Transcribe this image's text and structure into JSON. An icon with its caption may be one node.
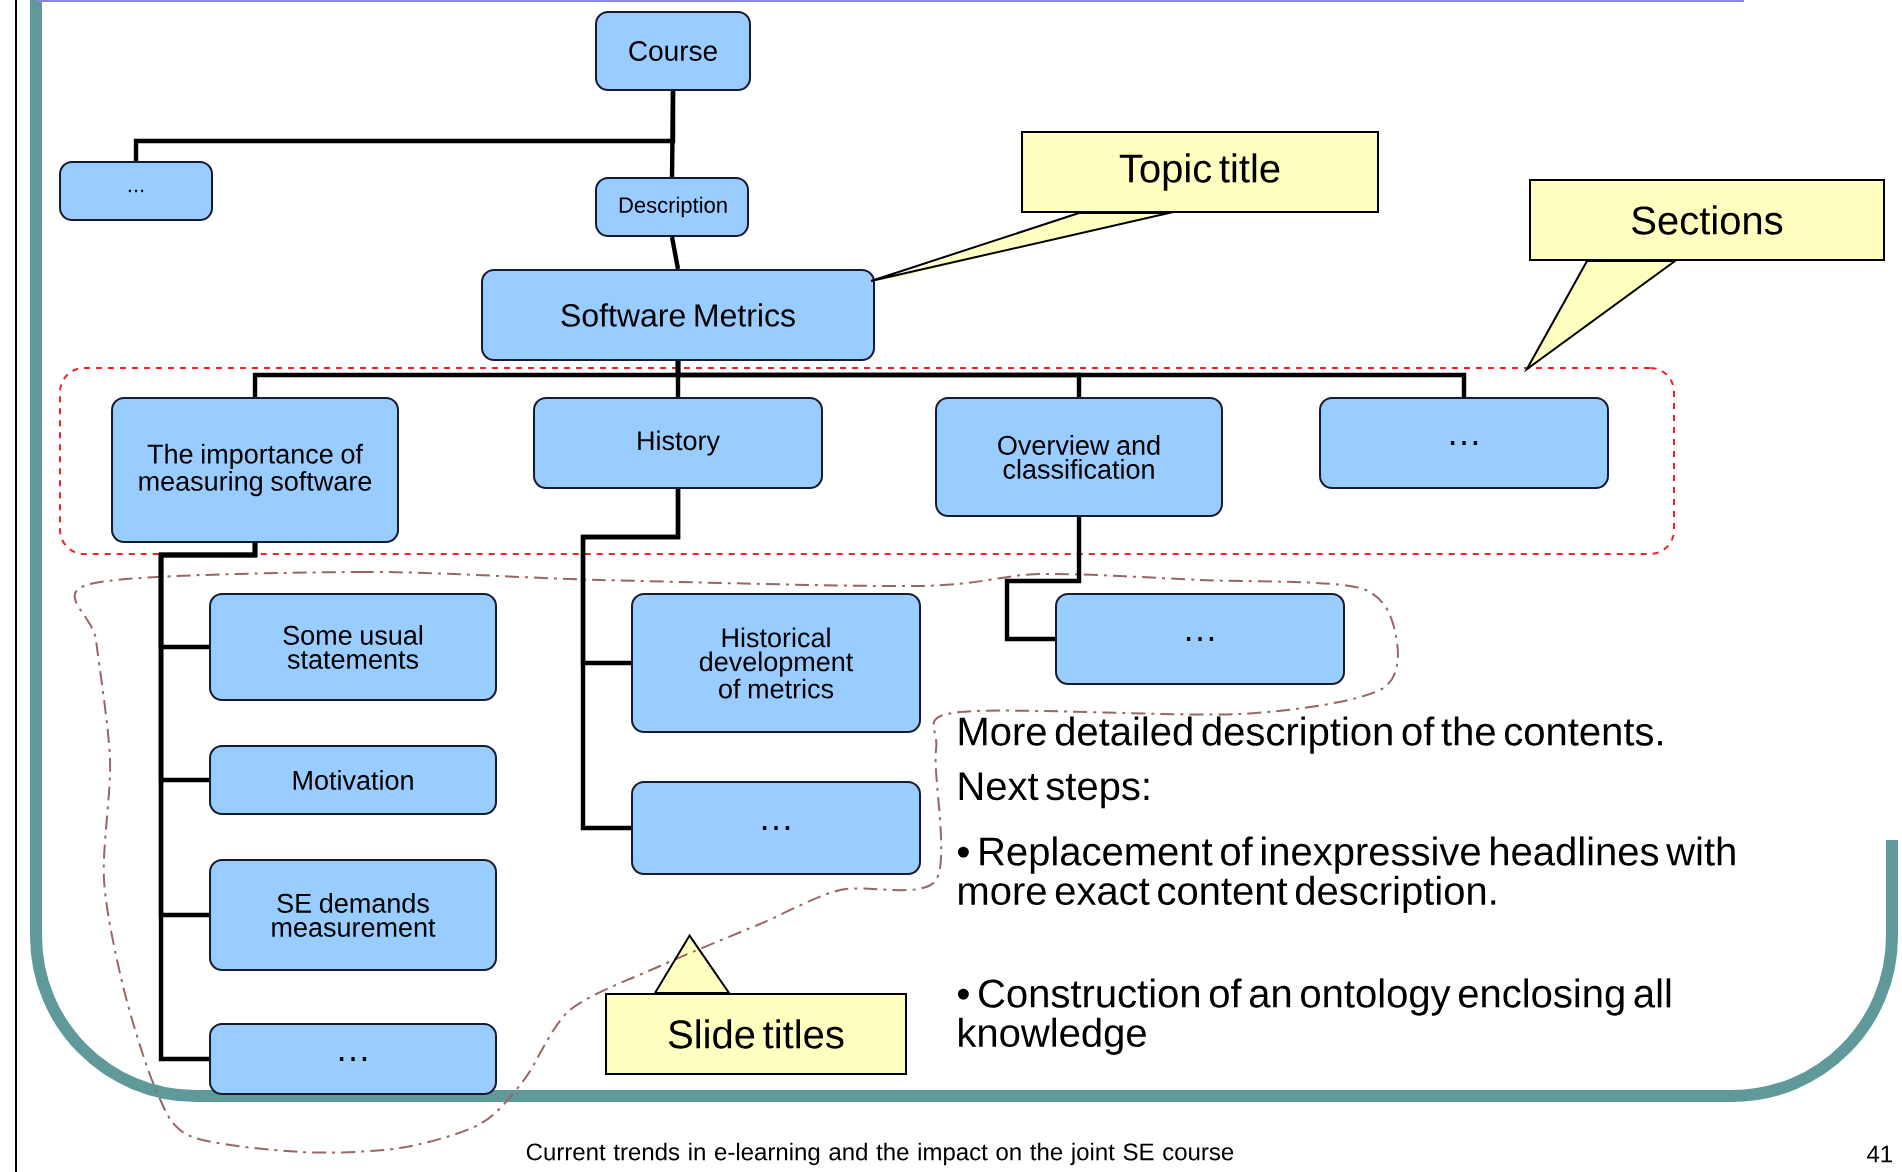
{
  "diagram": {
    "nodes": [
      {
        "text": [
          "Course"
        ]
      },
      {
        "text": [
          "..."
        ]
      },
      {
        "text": [
          "Description"
        ]
      },
      {
        "text": [
          "Software Metrics"
        ]
      },
      {
        "text": [
          "Topic title"
        ]
      },
      {
        "text": [
          "Sections"
        ]
      },
      {
        "text": [],
        "shape": "box"
      },
      {
        "text": [
          "The importance of measuring software"
        ],
        "in": 6
      },
      {
        "text": [
          "History"
        ],
        "in": 6
      },
      {
        "text": [
          "Overview and classification"
        ],
        "in": 6
      },
      {
        "text": [
          "…"
        ],
        "in": 6
      },
      {
        "text": [
          "Slide titles"
        ]
      },
      {
        "text": [],
        "shape": "cloud"
      },
      {
        "text": [
          "Some usual statements"
        ],
        "in": 12
      },
      {
        "text": [
          "Motivation"
        ],
        "in": 12
      },
      {
        "text": [
          "SE demands measurement"
        ],
        "in": 12
      },
      {
        "text": [
          "…"
        ],
        "in": 12
      },
      {
        "text": [
          "Historical development of metrics"
        ],
        "in": 12
      },
      {
        "text": [
          "…"
        ],
        "in": 12
      },
      {
        "text": [
          "…"
        ],
        "in": 12
      }
    ],
    "edges": [
      {
        "from": 0,
        "to": 1,
        "arrow": "none"
      },
      {
        "from": 0,
        "to": 2,
        "arrow": "none"
      },
      {
        "from": 2,
        "to": 3,
        "arrow": "none"
      },
      {
        "from": 3,
        "to": 7,
        "arrow": "none"
      },
      {
        "from": 3,
        "to": 8,
        "arrow": "none"
      },
      {
        "from": 3,
        "to": 9,
        "arrow": "none"
      },
      {
        "from": 3,
        "to": 10,
        "arrow": "none"
      },
      {
        "from": 7,
        "to": 13,
        "arrow": "none"
      },
      {
        "from": 7,
        "to": 14,
        "arrow": "none"
      },
      {
        "from": 7,
        "to": 15,
        "arrow": "none"
      },
      {
        "from": 7,
        "to": 16,
        "arrow": "none"
      },
      {
        "from": 8,
        "to": 17,
        "arrow": "none"
      },
      {
        "from": 8,
        "to": 18,
        "arrow": "none"
      },
      {
        "from": 9,
        "to": 19,
        "arrow": "none"
      },
      {
        "from": 4,
        "to": 3,
        "arrow": "none"
      },
      {
        "from": 5,
        "to": 6,
        "arrow": "none"
      },
      {
        "from": 11,
        "to": 12,
        "arrow": "none"
      }
    ],
    "labels": [
      "More detailed description of the contents.",
      "Next steps:",
      "• Replacement of inexpressive headlines with more exact content description.",
      "• Construction of an ontology enclosing all knowledge",
      "Current trends in e-learning and the impact on the joint SE course",
      "41"
    ]
  }
}
